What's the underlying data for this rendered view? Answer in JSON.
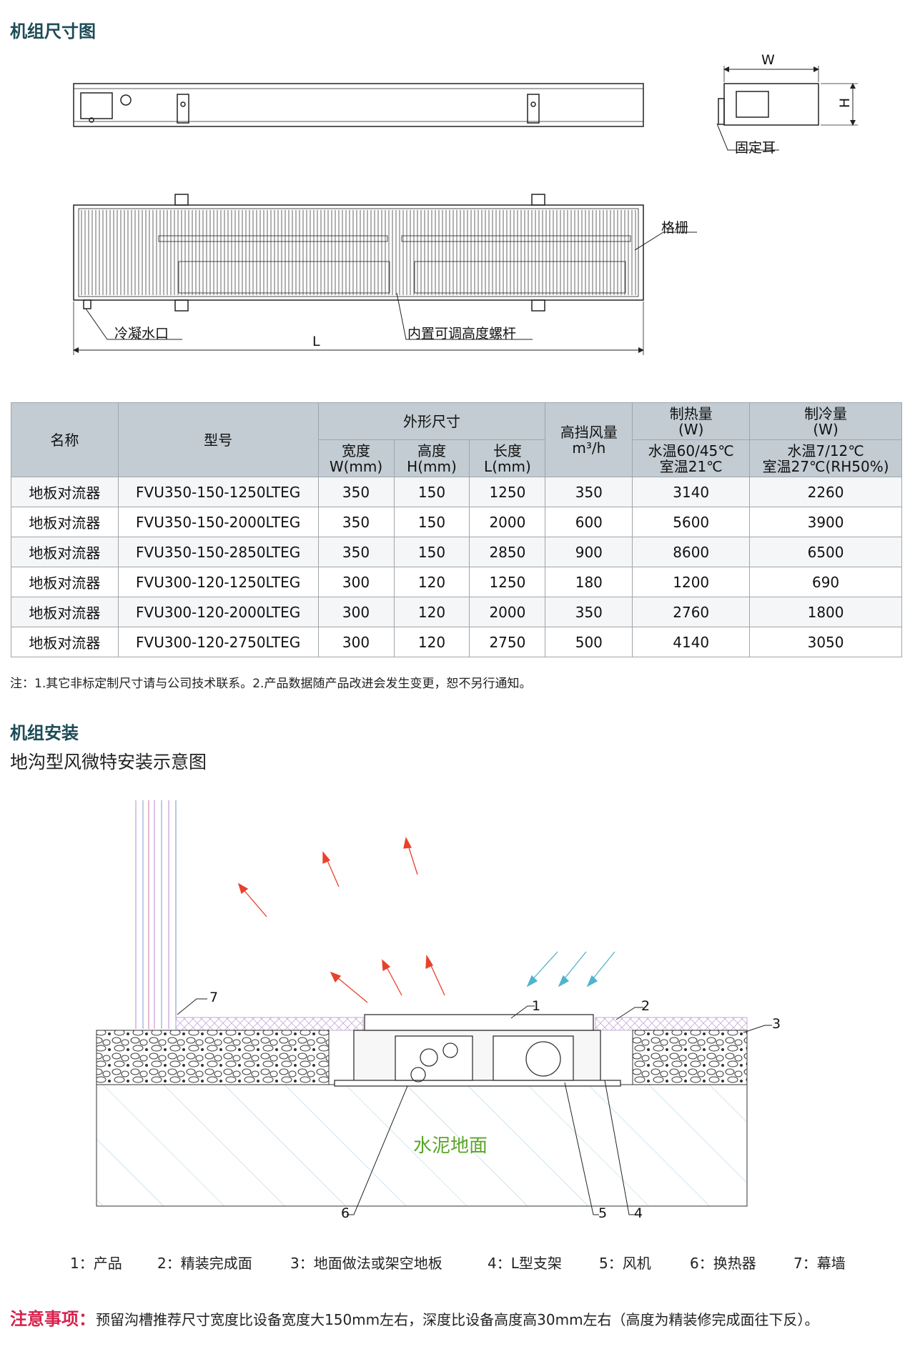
{
  "section1_title": "机组尺寸图",
  "dim_labels": {
    "w": "W",
    "h": "H",
    "l": "L",
    "fixing_ear": "固定耳",
    "grille": "格栅",
    "condensate_outlet": "冷凝水口",
    "adjust_screw": "内置可调高度螺杆"
  },
  "table": {
    "headers": {
      "name": "名称",
      "model": "型号",
      "outline": "外形尺寸",
      "width": "宽度",
      "width_unit": "W(mm)",
      "height": "高度",
      "height_unit": "H(mm)",
      "length": "长度",
      "length_unit": "L(mm)",
      "airflow": "高挡风量",
      "airflow_unit": "m³/h",
      "heating": "制热量",
      "heating_unit": "(W)",
      "heating_cond1": "水温60/45℃",
      "heating_cond2": "室温21℃",
      "cooling": "制冷量",
      "cooling_unit": "(W)",
      "cooling_cond1": "水温7/12℃",
      "cooling_cond2": "室温27℃(RH50%)"
    },
    "rows": [
      [
        "地板对流器",
        "FVU350-150-1250LTEG",
        "350",
        "150",
        "1250",
        "350",
        "3140",
        "2260"
      ],
      [
        "地板对流器",
        "FVU350-150-2000LTEG",
        "350",
        "150",
        "2000",
        "600",
        "5600",
        "3900"
      ],
      [
        "地板对流器",
        "FVU350-150-2850LTEG",
        "350",
        "150",
        "2850",
        "900",
        "8600",
        "6500"
      ],
      [
        "地板对流器",
        "FVU300-120-1250LTEG",
        "300",
        "120",
        "1250",
        "180",
        "1200",
        "690"
      ],
      [
        "地板对流器",
        "FVU300-120-2000LTEG",
        "300",
        "120",
        "2000",
        "350",
        "2760",
        "1800"
      ],
      [
        "地板对流器",
        "FVU300-120-2750LTEG",
        "300",
        "120",
        "2750",
        "500",
        "4140",
        "3050"
      ]
    ]
  },
  "note": "注：1.其它非标定制尺寸请与公司技术联系。2.产品数据随产品改进会发生变更，恕不另行通知。",
  "section2_title": "机组安装",
  "section2_subtitle": "地沟型风微特安装示意图",
  "install_labels": {
    "ground": "水泥地面",
    "n1": "1",
    "n2": "2",
    "n3": "3",
    "n4": "4",
    "n5": "5",
    "n6": "6",
    "n7": "7"
  },
  "legend": [
    "1：产品",
    "2：精装完成面",
    "3：地面做法或架空地板",
    "4：L型支架",
    "5：风机",
    "6：换热器",
    "7：幕墙"
  ],
  "attention_title": "注意事项：",
  "attention_text": "预留沟槽推荐尺寸宽度比设备宽度大150mm左右，深度比设备高度高30mm左右（高度为精装修完成面往下反）。",
  "colors": {
    "heading": "#1d4b57",
    "table_header": "#c2ccd2",
    "attention": "#d6224c",
    "warm_arrow": "#e8412c",
    "cool_arrow": "#4fb3cc",
    "ground_text": "#5aa52a"
  }
}
